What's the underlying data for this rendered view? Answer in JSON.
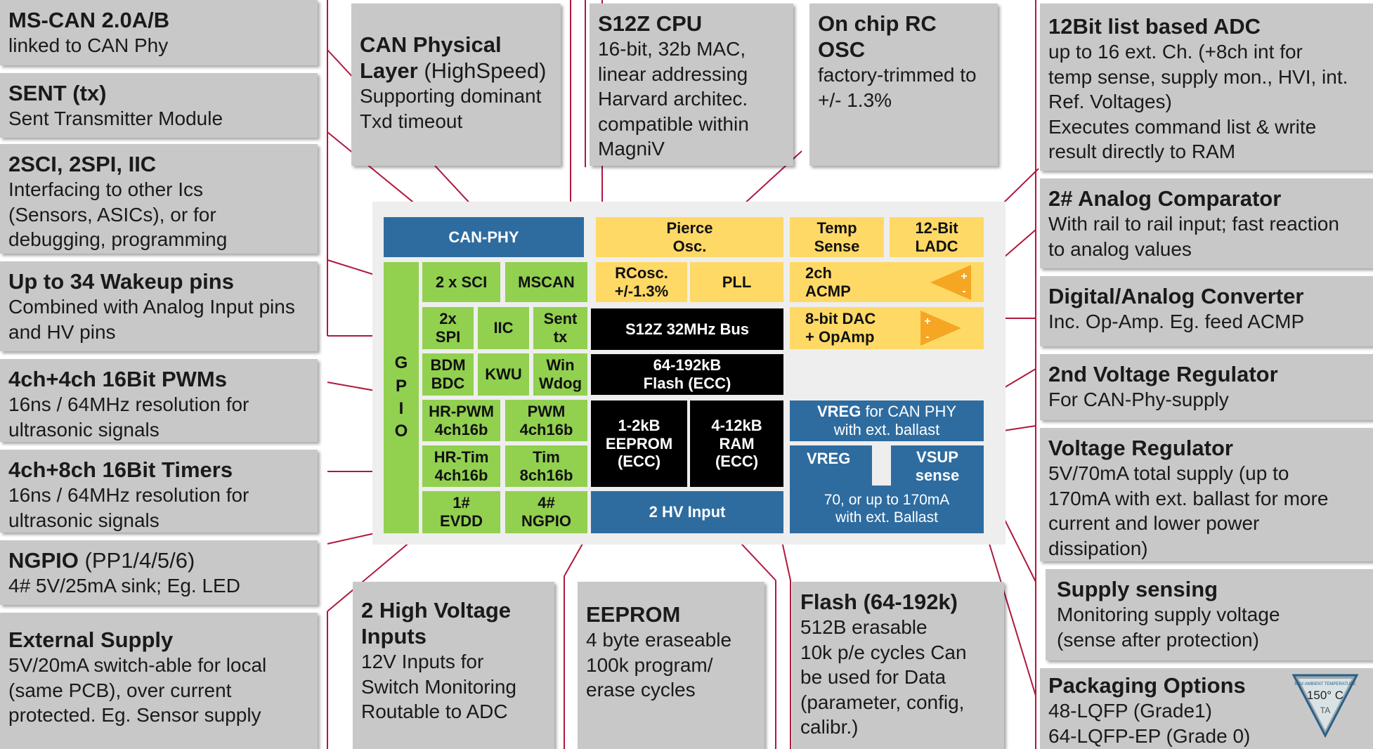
{
  "left_boxes": [
    {
      "title": "MS-CAN 2.0A/B",
      "lines": [
        "linked to CAN Phy"
      ]
    },
    {
      "title": "SENT (tx)",
      "lines": [
        "Sent Transmitter Module"
      ]
    },
    {
      "title": "2SCI, 2SPI, IIC",
      "lines": [
        "Interfacing to  other Ics",
        "(Sensors, ASICs), or for",
        "debugging, programming"
      ]
    },
    {
      "title": "Up to 34 Wakeup pins",
      "lines": [
        "Combined with Analog Input pins",
        "and HV pins"
      ]
    },
    {
      "title": "4ch+4ch 16Bit PWMs",
      "lines": [
        "16ns / 64MHz resolution for",
        "ultrasonic signals"
      ]
    },
    {
      "title": "4ch+8ch 16Bit Timers",
      "lines": [
        "16ns / 64MHz resolution for",
        "ultrasonic signals"
      ]
    },
    {
      "title": "NGPIO",
      "title_suffix": " (PP1/4/5/6)",
      "lines": [
        "4# 5V/25mA sink; Eg. LED"
      ]
    },
    {
      "title": "External Supply",
      "lines": [
        "5V/20mA switch-able for local",
        "(same PCB), over current",
        "protected. Eg. Sensor supply"
      ]
    }
  ],
  "top_boxes": {
    "can_phy": {
      "title": "CAN Physical",
      "title2": "Layer",
      "title2_suffix": " (HighSpeed)",
      "lines": [
        "Supporting dominant",
        "Txd timeout"
      ]
    },
    "cpu": {
      "title": "S12Z CPU",
      "lines": [
        "16-bit, 32b MAC,",
        "linear addressing",
        "Harvard architec.",
        "compatible within",
        "MagniV"
      ]
    },
    "osc": {
      "title": "On chip RC",
      "title2": "OSC",
      "lines": [
        "factory-trimmed to",
        "+/- 1.3%"
      ]
    }
  },
  "right_boxes": [
    {
      "title": "12Bit list based ADC",
      "lines": [
        "up to 16 ext. Ch. (+8ch int for",
        "temp sense, supply mon., HVI, int.",
        "Ref. Voltages)",
        "Executes command list & write",
        "result directly to RAM"
      ]
    },
    {
      "title": "2# Analog Comparator",
      "lines": [
        "With rail to rail input; fast reaction",
        "to analog values"
      ]
    },
    {
      "title": "Digital/Analog Converter",
      "lines": [
        "Inc. Op-Amp. Eg. feed ACMP"
      ]
    },
    {
      "title": "2nd Voltage Regulator",
      "lines": [
        "For CAN-Phy-supply"
      ]
    },
    {
      "title": "Voltage Regulator",
      "lines": [
        "5V/70mA total supply (up to",
        "170mA with ext. ballast for more",
        "current and lower power",
        "dissipation)"
      ]
    },
    {
      "title": "Supply sensing",
      "lines": [
        "Monitoring supply voltage",
        "(sense after protection)"
      ]
    },
    {
      "title": "Packaging Options",
      "lines": [
        "48-LQFP (Grade1)",
        "64-LQFP-EP (Grade 0)"
      ]
    }
  ],
  "bottom_boxes": [
    {
      "title": "2 High Voltage",
      "title2": "Inputs",
      "lines": [
        "12V Inputs for",
        "Switch Monitoring",
        "Routable to ADC"
      ]
    },
    {
      "title": "EEPROM",
      "lines": [
        "4 byte eraseable",
        "100k program/",
        "erase cycles"
      ]
    },
    {
      "title": "Flash (64-192k)",
      "lines": [
        "512B erasable",
        "10k p/e cycles Can",
        "be used for Data",
        "(parameter, config,",
        "calibr.)"
      ]
    }
  ],
  "blocks": {
    "can_phy": "CAN-PHY",
    "pierce": "Pierce\nOsc.",
    "temp": "Temp\nSense",
    "ladc": "12-Bit\nLADC",
    "gpio": [
      "G",
      "P",
      "I",
      "O"
    ],
    "sci": "2 x SCI",
    "mscan": "MSCAN",
    "rcosc": "RCosc.\n+/-1.3%",
    "pll": "PLL",
    "acmp": "2ch\nACMP",
    "spi": "2x\nSPI",
    "iic": "IIC",
    "sent": "Sent\ntx",
    "bus": "S12Z 32MHz Bus",
    "dac": "8-bit DAC\n+ OpAmp",
    "bdm": "BDM\nBDC",
    "kwu": "KWU",
    "wdog": "Win\nWdog",
    "flash": "64-192kB\nFlash (ECC)",
    "hrpwm": "HR-PWM\n4ch16b",
    "pwm": "PWM\n4ch16b",
    "eeprom": "1-2kB\nEEPROM\n(ECC)",
    "ram": "4-12kB\nRAM\n(ECC)",
    "vreg_can_bold": "VREG",
    "vreg_can_rest": "  for CAN PHY",
    "vreg_can_line2": "with ext. ballast",
    "hrtim": "HR-Tim\n4ch16b",
    "tim": "Tim\n8ch16b",
    "vreg": "VREG",
    "vsup": "VSUP\nsense",
    "evdd": "1#\nEVDD",
    "ngpio": "4#\nNGPIO",
    "hvin": "2 HV Input",
    "vreg_note": "70, or up to 170mA\nwith ext. Ballast"
  },
  "badge": {
    "label": "MAX AMBIENT TEMPERATURE",
    "temp": "150° C",
    "ta": "TA"
  },
  "colors": {
    "green": "#92d050",
    "yellow": "#ffd966",
    "blue": "#2e6ca0",
    "black": "#000000",
    "line": "#b0183c",
    "box": "#c8c8c8"
  }
}
